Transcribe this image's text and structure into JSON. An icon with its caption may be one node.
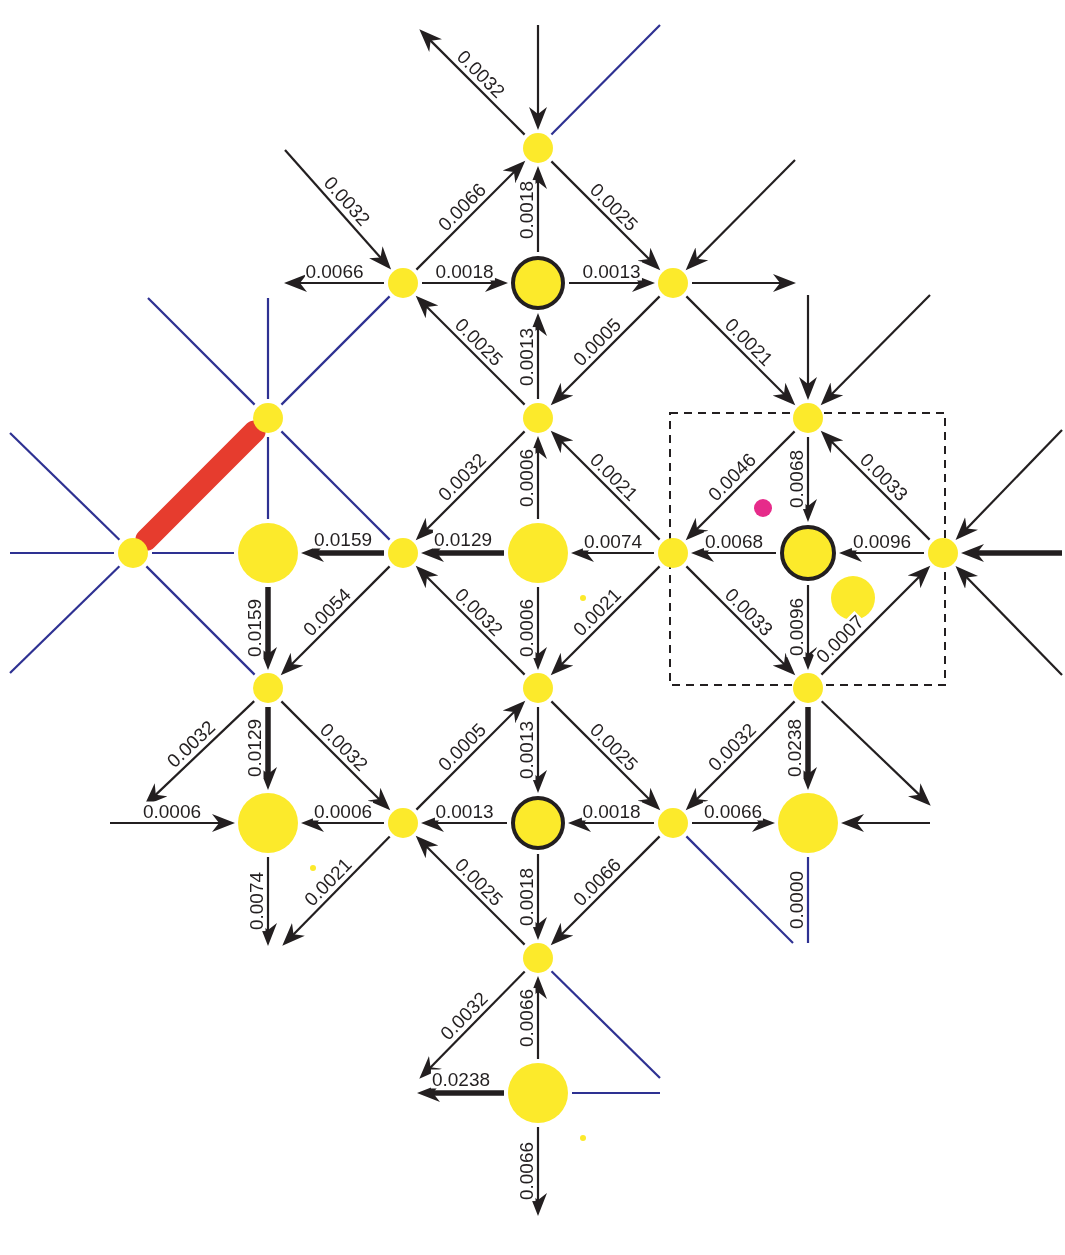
{
  "diagram": {
    "nodes": [
      {
        "text": [],
        "shape": "circle"
      },
      {
        "text": [],
        "shape": "circle"
      },
      {
        "text": [],
        "shape": "circle"
      },
      {
        "text": [],
        "shape": "circle"
      },
      {
        "text": [],
        "shape": "circle"
      },
      {
        "text": [],
        "shape": "circle"
      },
      {
        "text": [],
        "shape": "circle"
      },
      {
        "text": [],
        "shape": "circle"
      },
      {
        "text": [],
        "shape": "circle"
      },
      {
        "text": [],
        "shape": "circle"
      },
      {
        "text": [],
        "shape": "circle"
      },
      {
        "text": [],
        "shape": "circle"
      },
      {
        "text": [],
        "shape": "circle"
      },
      {
        "text": [],
        "shape": "circle"
      },
      {
        "text": [],
        "shape": "circle"
      },
      {
        "text": [],
        "shape": "circle"
      },
      {
        "text": [],
        "shape": "circle"
      },
      {
        "text": [],
        "shape": "circle"
      },
      {
        "text": [],
        "shape": "circle"
      },
      {
        "text": [],
        "shape": "circle"
      },
      {
        "text": [],
        "shape": "circle"
      },
      {
        "text": [],
        "shape": "circle"
      },
      {
        "text": [],
        "shape": "circle"
      },
      {
        "text": [],
        "shape": "circle"
      },
      {
        "text": [],
        "shape": "circle"
      },
      {
        "text": [],
        "shape": "circle"
      }
    ],
    "edges": [
      {
        "from": null,
        "to": 0,
        "arrow": "to"
      },
      {
        "from": 0,
        "to": null,
        "arrow": "to",
        "label": "0.0032"
      },
      {
        "from": 0,
        "to": null,
        "arrow": "none",
        "color": "#2e3192"
      },
      {
        "from": 1,
        "to": 0,
        "arrow": "to",
        "label": "0.0066"
      },
      {
        "from": 2,
        "to": 0,
        "arrow": "to",
        "label": "0.0018"
      },
      {
        "from": 0,
        "to": 3,
        "arrow": "to",
        "label": "0.0025"
      },
      {
        "from": null,
        "to": 1,
        "arrow": "to",
        "label": "0.0032"
      },
      {
        "from": 1,
        "to": null,
        "arrow": "to",
        "label": "0.0066"
      },
      {
        "from": 1,
        "to": 2,
        "arrow": "to",
        "label": "0.0018"
      },
      {
        "from": 2,
        "to": 3,
        "arrow": "to",
        "label": "0.0013"
      },
      {
        "from": null,
        "to": 3,
        "arrow": "to"
      },
      {
        "from": 3,
        "to": null,
        "arrow": "to"
      },
      {
        "from": 5,
        "to": 1,
        "arrow": "to",
        "label": "0.0025"
      },
      {
        "from": 5,
        "to": 2,
        "arrow": "to",
        "label": "0.0013"
      },
      {
        "from": 3,
        "to": 5,
        "arrow": "to",
        "label": "0.0005"
      },
      {
        "from": 3,
        "to": 6,
        "arrow": "to",
        "label": "0.0021"
      },
      {
        "from": null,
        "to": 6,
        "arrow": "to"
      },
      {
        "from": null,
        "to": 6,
        "arrow": "to"
      },
      {
        "from": 4,
        "to": null,
        "arrow": "none",
        "color": "#2e3192"
      },
      {
        "from": 4,
        "to": null,
        "arrow": "none",
        "color": "#2e3192"
      },
      {
        "from": 4,
        "to": 1,
        "arrow": "none",
        "color": "#2e3192"
      },
      {
        "from": 7,
        "to": 4,
        "arrow": "none",
        "style": "thick",
        "color": "#e63c2e"
      },
      {
        "from": 4,
        "to": 8,
        "arrow": "none",
        "color": "#2e3192"
      },
      {
        "from": 4,
        "to": 9,
        "arrow": "none",
        "color": "#2e3192"
      },
      {
        "from": 7,
        "to": null,
        "arrow": "none",
        "color": "#2e3192"
      },
      {
        "from": 7,
        "to": null,
        "arrow": "none",
        "color": "#2e3192"
      },
      {
        "from": 7,
        "to": null,
        "arrow": "none",
        "color": "#2e3192"
      },
      {
        "from": 7,
        "to": 8,
        "arrow": "none",
        "color": "#2e3192"
      },
      {
        "from": 7,
        "to": 14,
        "arrow": "none",
        "color": "#2e3192"
      },
      {
        "from": 6,
        "to": 11,
        "arrow": "to",
        "label": "0.0046"
      },
      {
        "from": 6,
        "to": 12,
        "arrow": "to",
        "label": "0.0068"
      },
      {
        "from": 13,
        "to": 6,
        "arrow": "to",
        "label": "0.0033"
      },
      {
        "from": null,
        "to": 13,
        "arrow": "to"
      },
      {
        "from": null,
        "to": 13,
        "arrow": "to",
        "style": "thick"
      },
      {
        "from": null,
        "to": 13,
        "arrow": "to"
      },
      {
        "from": 12,
        "to": 11,
        "arrow": "to",
        "label": "0.0068"
      },
      {
        "from": 13,
        "to": 12,
        "arrow": "to",
        "label": "0.0096"
      },
      {
        "from": 12,
        "to": 16,
        "arrow": "to",
        "label": "0.0096"
      },
      {
        "from": 11,
        "to": 16,
        "arrow": "to",
        "label": "0.0033"
      },
      {
        "from": 16,
        "to": 13,
        "arrow": "to",
        "label": "0.0007"
      },
      {
        "from": 11,
        "to": 10,
        "arrow": "to",
        "label": "0.0074"
      },
      {
        "from": 11,
        "to": 5,
        "arrow": "to",
        "label": "0.0021"
      },
      {
        "from": 10,
        "to": 5,
        "arrow": "to",
        "label": "0.0006"
      },
      {
        "from": 5,
        "to": 9,
        "arrow": "to",
        "label": "0.0032"
      },
      {
        "from": 10,
        "to": 9,
        "arrow": "to",
        "label": "0.0129",
        "style": "thick"
      },
      {
        "from": 9,
        "to": 8,
        "arrow": "to",
        "label": "0.0159",
        "style": "thick"
      },
      {
        "from": 8,
        "to": 14,
        "arrow": "to",
        "label": "0.0159",
        "style": "thick"
      },
      {
        "from": 9,
        "to": 14,
        "arrow": "to",
        "label": "0.0054"
      },
      {
        "from": 15,
        "to": 9,
        "arrow": "to",
        "label": "0.0032"
      },
      {
        "from": 10,
        "to": 15,
        "arrow": "to",
        "label": "0.0006"
      },
      {
        "from": 11,
        "to": 15,
        "arrow": "to",
        "label": "0.0021"
      },
      {
        "from": 14,
        "to": null,
        "arrow": "to",
        "label": "0.0032"
      },
      {
        "from": 14,
        "to": 17,
        "arrow": "to",
        "label": "0.0129",
        "style": "thick"
      },
      {
        "from": 14,
        "to": 18,
        "arrow": "to",
        "label": "0.0032"
      },
      {
        "from": 18,
        "to": 15,
        "arrow": "to",
        "label": "0.0005"
      },
      {
        "from": 15,
        "to": 19,
        "arrow": "to",
        "label": "0.0013"
      },
      {
        "from": 15,
        "to": 20,
        "arrow": "to",
        "label": "0.0025"
      },
      {
        "from": 16,
        "to": 20,
        "arrow": "to",
        "label": "0.0032"
      },
      {
        "from": 16,
        "to": 21,
        "arrow": "to",
        "label": "0.0238",
        "style": "thick"
      },
      {
        "from": 16,
        "to": null,
        "arrow": "to"
      },
      {
        "from": null,
        "to": 21,
        "arrow": "to"
      },
      {
        "from": null,
        "to": 17,
        "arrow": "to",
        "label": "0.0006"
      },
      {
        "from": 18,
        "to": 17,
        "arrow": "to",
        "label": "0.0006"
      },
      {
        "from": 19,
        "to": 18,
        "arrow": "to",
        "label": "0.0013"
      },
      {
        "from": 20,
        "to": 19,
        "arrow": "to",
        "label": "0.0018"
      },
      {
        "from": 20,
        "to": 21,
        "arrow": "to",
        "label": "0.0066"
      },
      {
        "from": 17,
        "to": null,
        "arrow": "to",
        "label": "0.0074"
      },
      {
        "from": 18,
        "to": null,
        "arrow": "to",
        "label": "0.0021"
      },
      {
        "from": 22,
        "to": 18,
        "arrow": "to",
        "label": "0.0025"
      },
      {
        "from": 19,
        "to": 22,
        "arrow": "to",
        "label": "0.0018"
      },
      {
        "from": 20,
        "to": 22,
        "arrow": "to",
        "label": "0.0066"
      },
      {
        "from": 22,
        "to": null,
        "arrow": "to",
        "label": "0.0032"
      },
      {
        "from": 23,
        "to": 22,
        "arrow": "to",
        "label": "0.0066"
      },
      {
        "from": 23,
        "to": null,
        "arrow": "to",
        "label": "0.0238",
        "style": "thick"
      },
      {
        "from": 23,
        "to": null,
        "arrow": "to",
        "label": "0.0066"
      },
      {
        "from": 20,
        "to": null,
        "arrow": "none",
        "color": "#2e3192"
      },
      {
        "from": 21,
        "to": null,
        "arrow": "none",
        "color": "#2e3192",
        "label": "0.0000"
      },
      {
        "from": 22,
        "to": null,
        "arrow": "none",
        "color": "#2e3192"
      },
      {
        "from": 23,
        "to": null,
        "arrow": "none",
        "color": "#2e3192"
      }
    ]
  }
}
